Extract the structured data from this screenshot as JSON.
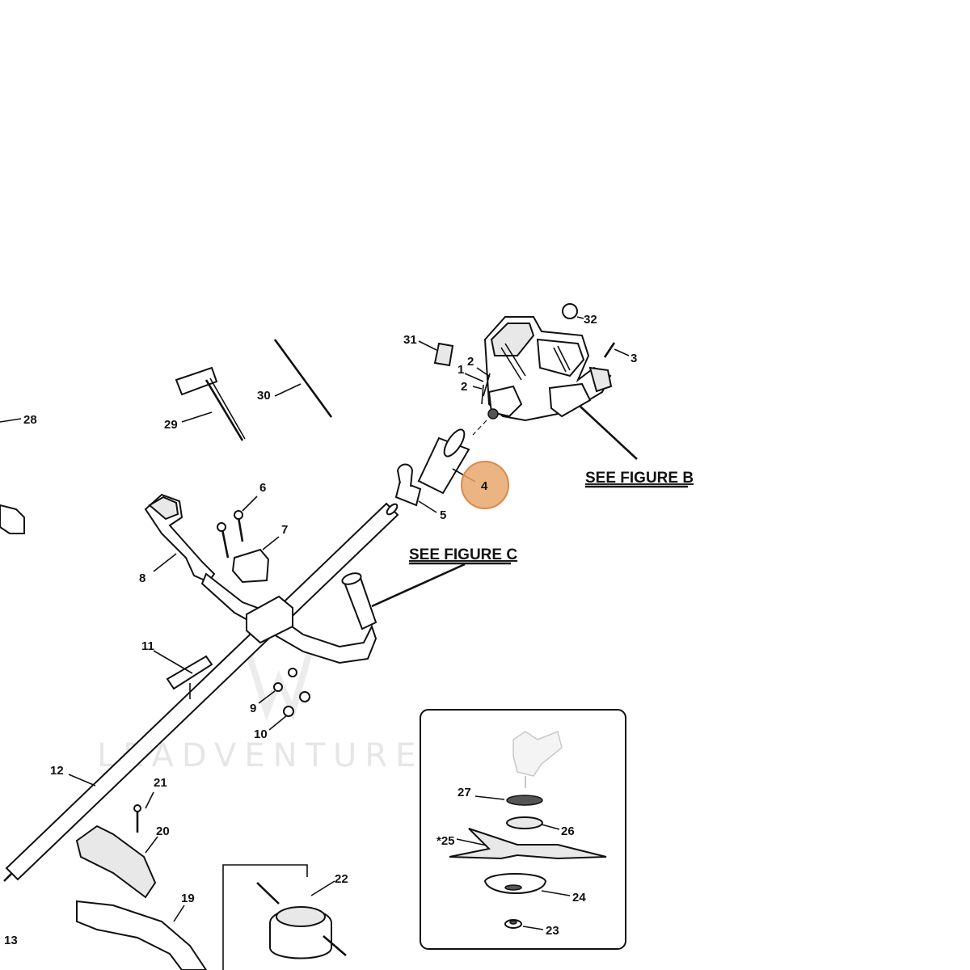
{
  "watermark": "LEADVENTURE",
  "highlight": {
    "label": "4",
    "color": "#e8a76c"
  },
  "references": {
    "figure_b": "SEE FIGURE B",
    "figure_c": "SEE FIGURE C"
  },
  "callouts": {
    "c1": "1",
    "c2a": "2",
    "c2b": "2",
    "c3": "3",
    "c5": "5",
    "c6": "6",
    "c7": "7",
    "c8": "8",
    "c9": "9",
    "c10": "10",
    "c11": "11",
    "c12": "12",
    "c13": "13",
    "c19": "19",
    "c20": "20",
    "c21": "21",
    "c22": "22",
    "c23": "23",
    "c24": "24",
    "c25": "*25",
    "c26": "26",
    "c27": "27",
    "c28": "28",
    "c29": "29",
    "c30": "30",
    "c31": "31",
    "c32": "32"
  }
}
